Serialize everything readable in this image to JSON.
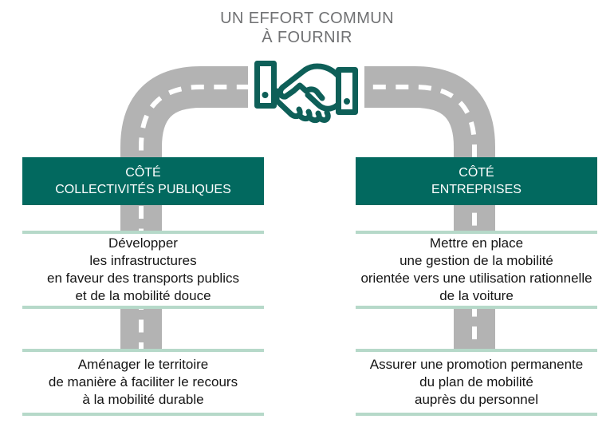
{
  "title": "UN EFFORT COMMUN\nÀ FOURNIR",
  "columns": {
    "left": {
      "header": "CÔTÉ\nCOLLECTIVITÉS PUBLIQUES",
      "blocks": [
        "Développer\nles infrastructures\nen faveur des transports publics\net de la mobilité douce",
        "Aménager le territoire\nde manière à faciliter le recours\nà la mobilité durable"
      ]
    },
    "right": {
      "header": "CÔTÉ\nENTREPRISES",
      "blocks": [
        "Mettre en place\nune gestion de la mobilité\norientée vers une utilisation rationnelle\nde la voiture",
        "Assurer une promotion permanente\ndu plan de mobilité\nauprès du personnel"
      ]
    }
  },
  "icons": {
    "center": "handshake-icon"
  },
  "colors": {
    "header_teal": "#02695f",
    "icon_teal": "#0e5f58",
    "road_gray": "#b3b3b3",
    "dash_white": "#ffffff",
    "rule_mint": "#b6d9c9",
    "title_gray": "#707173",
    "body_text": "#151515"
  }
}
